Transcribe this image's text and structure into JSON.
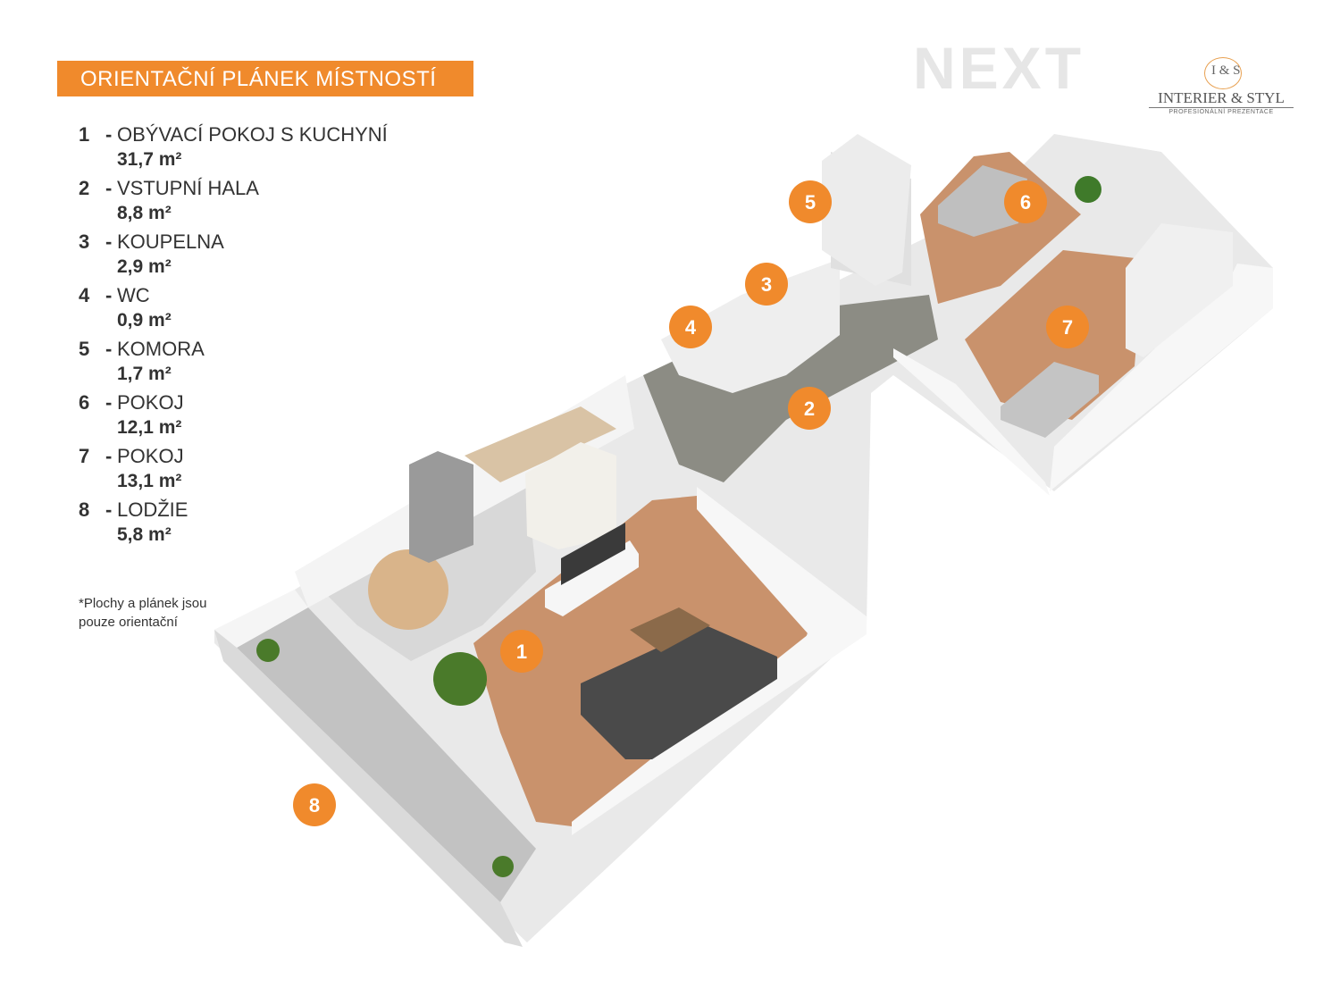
{
  "title": "ORIENTAČNÍ PLÁNEK MÍSTNOSTÍ",
  "rooms": [
    {
      "num": "1",
      "name": "OBÝVACÍ POKOJ S KUCHYNÍ",
      "area": "31,7 m²"
    },
    {
      "num": "2",
      "name": "VSTUPNÍ HALA",
      "area": "8,8 m²"
    },
    {
      "num": "3",
      "name": "KOUPELNA",
      "area": "2,9 m²"
    },
    {
      "num": "4",
      "name": "WC",
      "area": "0,9 m²"
    },
    {
      "num": "5",
      "name": "KOMORA",
      "area": "1,7 m²"
    },
    {
      "num": "6",
      "name": "POKOJ",
      "area": "12,1 m²"
    },
    {
      "num": "7",
      "name": "POKOJ",
      "area": "13,1 m²"
    },
    {
      "num": "8",
      "name": "LODŽIE",
      "area": "5,8 m²"
    }
  ],
  "note": "*Plochy  a plánek jsou pouze orientační",
  "logos": {
    "next": "NEXT",
    "brand_monogram": "I & S",
    "brand_name": "INTERIER & STYL",
    "brand_tagline": "PROFESIONÁLNÍ PREZENTACE"
  },
  "colors": {
    "accent": "#f08a2c",
    "floor": "#c9926c",
    "wall": "#f2f2f2",
    "hall_floor": "#8c8c84"
  },
  "markers": [
    "1",
    "2",
    "3",
    "4",
    "5",
    "6",
    "7",
    "8"
  ]
}
